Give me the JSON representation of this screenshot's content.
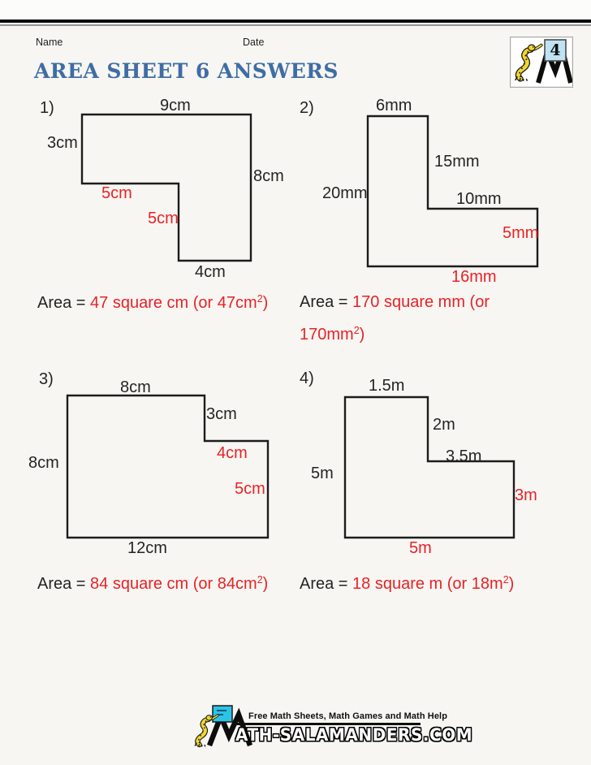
{
  "header": {
    "name_label": "Name",
    "date_label": "Date",
    "title": "AREA SHEET 6 ANSWERS",
    "badge": {
      "number": "4"
    }
  },
  "problems": [
    {
      "number": "1)",
      "dims": {
        "top": "9cm",
        "left": "3cm",
        "right": "8cm",
        "inner_h": "5cm",
        "inner_v": "5cm",
        "bottom": "4cm"
      },
      "area": {
        "label": "Area =",
        "value": "47 square cm (or 47cm",
        "sup": "2",
        "close": ")"
      }
    },
    {
      "number": "2)",
      "dims": {
        "top": "6mm",
        "right_upper": "15mm",
        "left": "20mm",
        "inner_h": "10mm",
        "right_lower": "5mm",
        "bottom": "16mm"
      },
      "area": {
        "label": "Area =",
        "value": "170 square mm (or",
        "value_line2": "170mm",
        "sup": "2",
        "close": ")"
      }
    },
    {
      "number": "3)",
      "dims": {
        "top": "8cm",
        "right_upper": "3cm",
        "inner_h": "4cm",
        "right_lower": "5cm",
        "left": "8cm",
        "bottom": "12cm"
      },
      "area": {
        "label": "Area =",
        "value": "84 square cm (or 84cm",
        "sup": "2",
        "close": ")"
      }
    },
    {
      "number": "4)",
      "dims": {
        "top": "1.5m",
        "right_upper": "2m",
        "inner_h": "3.5m",
        "right_lower": "3m",
        "left": "5m",
        "bottom": "5m"
      },
      "area": {
        "label": "Area =",
        "value": "18 square m (or 18m",
        "sup": "2",
        "close": ")"
      }
    }
  ],
  "footer": {
    "tagline": "Free Math Sheets, Math Games and Math Help",
    "brand": "ATH-SALAMANDERS.COM"
  },
  "icons": {
    "top_badge": [
      "salamander-icon",
      "grade-sign",
      "m-logo-icon"
    ],
    "footer_logo": [
      "salamander-icon",
      "board-icon",
      "m-logo-icon"
    ]
  },
  "colors": {
    "answer_red": "#e82227",
    "title_blue": "#3f6da4",
    "ink": "#242424"
  }
}
